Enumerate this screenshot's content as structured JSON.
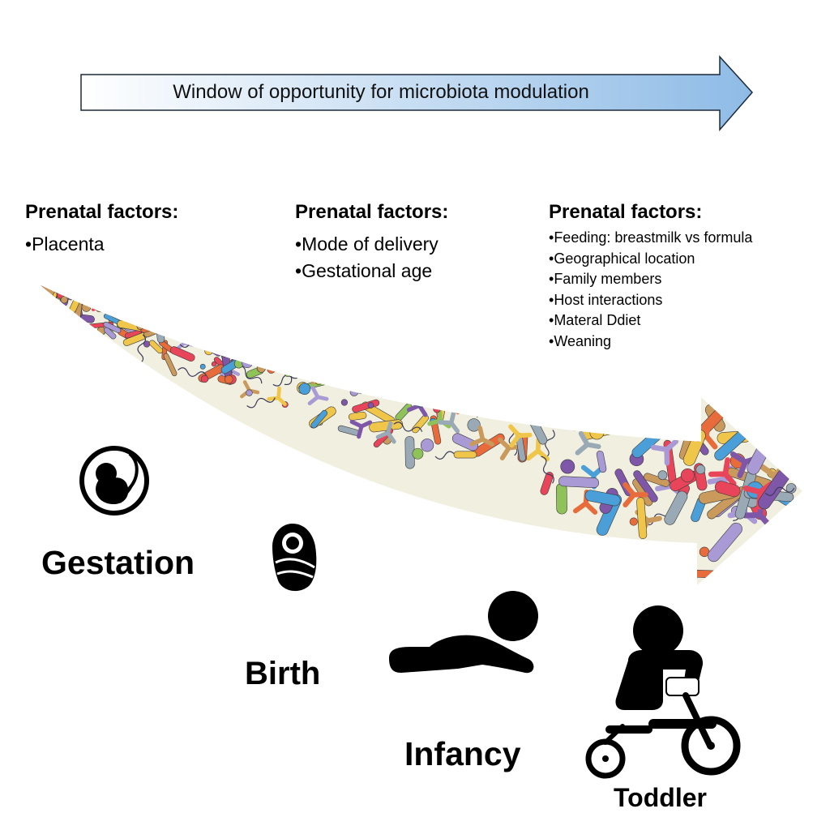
{
  "banner": {
    "label": "Window of opportunity for microbiota modulation",
    "colors": {
      "start": "#ffffff",
      "end": "#8ebbe6",
      "stroke": "#1c2a3a"
    }
  },
  "factors": [
    {
      "heading": "Prenatal factors:",
      "items": [
        "Placenta"
      ]
    },
    {
      "heading": "Prenatal factors:",
      "items": [
        "Mode of delivery",
        "Gestational age"
      ]
    },
    {
      "heading": "Prenatal factors:",
      "items": [
        "Feeding: breastmilk vs formula",
        "Geographical location",
        "Family members",
        "Host interactions",
        "Materal Ddiet",
        "Weaning"
      ]
    }
  ],
  "stages": [
    {
      "label": "Gestation",
      "icon": "fetus-icon"
    },
    {
      "label": "Birth",
      "icon": "swaddled-baby-icon"
    },
    {
      "label": "Infancy",
      "icon": "crawling-infant-icon"
    },
    {
      "label": "Toddler",
      "icon": "tricycle-toddler-icon"
    }
  ],
  "microbiota_arrow": {
    "background": "#f1efdf",
    "microbe_colors": [
      "#4a9fd8",
      "#e86b3c",
      "#8fc35a",
      "#a99ad6",
      "#c99a5c",
      "#e9455a",
      "#f0c64a",
      "#9aa9b6",
      "#7e57a8"
    ]
  }
}
